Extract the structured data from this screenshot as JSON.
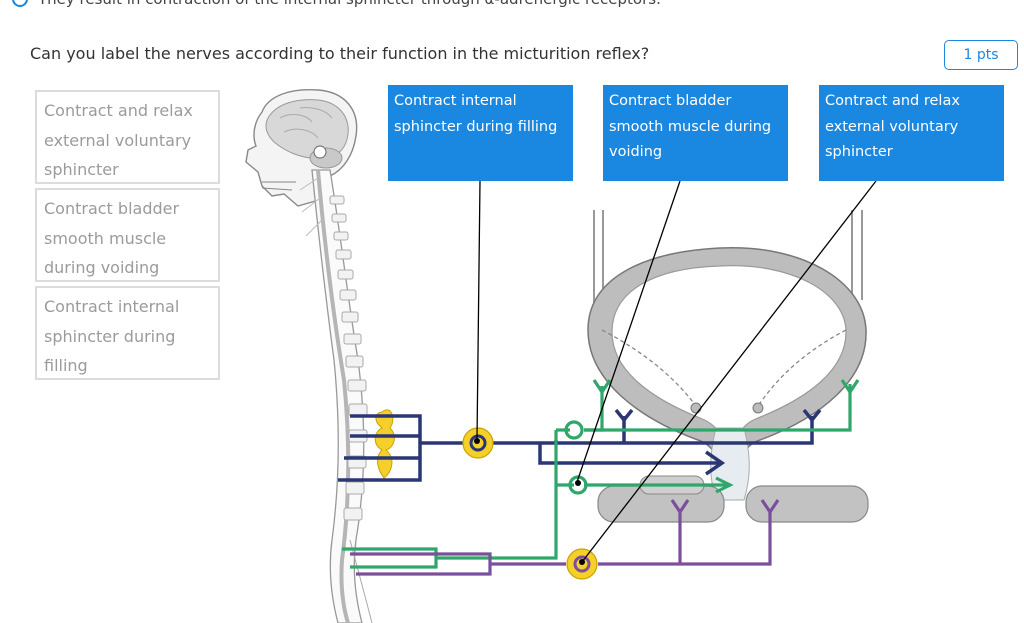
{
  "header": {
    "previous_answer_text": "They result in contraction of the internal sphincter through α-adrenergic receptors."
  },
  "question": {
    "prompt": "Can you label the nerves according to their function in the micturition reflex?",
    "points": "1 pts"
  },
  "answer_bank": [
    {
      "text": "Contract and relax external voluntary sphincter"
    },
    {
      "text": "Contract bladder smooth muscle during voiding"
    },
    {
      "text": "Contract internal sphincter during filling"
    }
  ],
  "placed_labels": [
    {
      "text": "Contract internal sphincter during filling"
    },
    {
      "text": "Contract bladder smooth muscle during voiding"
    },
    {
      "text": "Contract and relax external voluntary sphincter"
    }
  ],
  "colors": {
    "accent": "#1a87e0",
    "sympathetic_nerve": "#2b3675",
    "parasympathetic_nerve": "#2fa66a",
    "somatic_nerve": "#7a4f9c",
    "ganglion": "#f5cf2a",
    "bladder_tissue": "#bdbdbd"
  }
}
